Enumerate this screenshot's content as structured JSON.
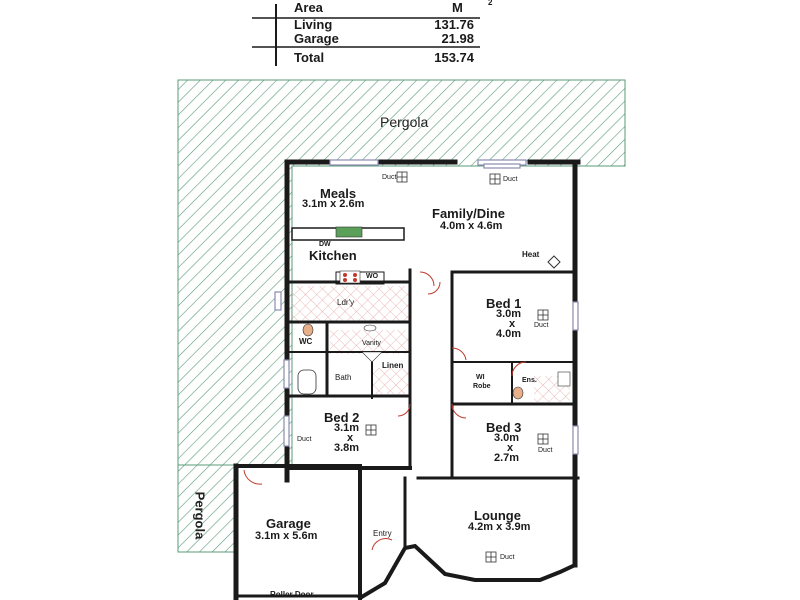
{
  "area_table": {
    "col_area": "Area",
    "col_unit": "M",
    "col_unit_sup": "2",
    "rows": [
      {
        "label": "Living",
        "value": "131.76"
      },
      {
        "label": "Garage",
        "value": "21.98"
      }
    ],
    "total": {
      "label": "Total",
      "value": "153.74"
    }
  },
  "labels": {
    "pergola_top": "Pergola",
    "pergola_left": "Pergola",
    "meals": "Meals",
    "meals_dim": "3.1m x 2.6m",
    "family": "Family/Dine",
    "family_dim": "4.0m x 4.6m",
    "kitchen": "Kitchen",
    "dw": "DW",
    "wo": "WO",
    "heat": "Heat",
    "laundry": "Ldr'y",
    "wc": "WC",
    "vanity": "Vanity",
    "bath": "Bath",
    "linen": "Linen",
    "bed1": "Bed 1",
    "bed1_d1": "3.0m",
    "bed1_x": "x",
    "bed1_d2": "4.0m",
    "wi_robe_1": "WI",
    "wi_robe_2": "Robe",
    "ens": "Ens.",
    "bed2": "Bed 2",
    "bed2_d1": "3.1m",
    "bed2_x": "x",
    "bed2_d2": "3.8m",
    "bed3": "Bed 3",
    "bed3_d1": "3.0m",
    "bed3_x": "x",
    "bed3_d2": "2.7m",
    "garage": "Garage",
    "garage_dim": "3.1m x 5.6m",
    "lounge": "Lounge",
    "lounge_dim": "4.2m x 3.9m",
    "entry": "Entry",
    "roller_door": "Roller Door",
    "duct": "Duct"
  },
  "colors": {
    "wall": "#1a1a1a",
    "hatch": "#5a9a78",
    "door": "#c0392b",
    "window": "#8a8ab0",
    "tile": "#e5a7a7"
  }
}
